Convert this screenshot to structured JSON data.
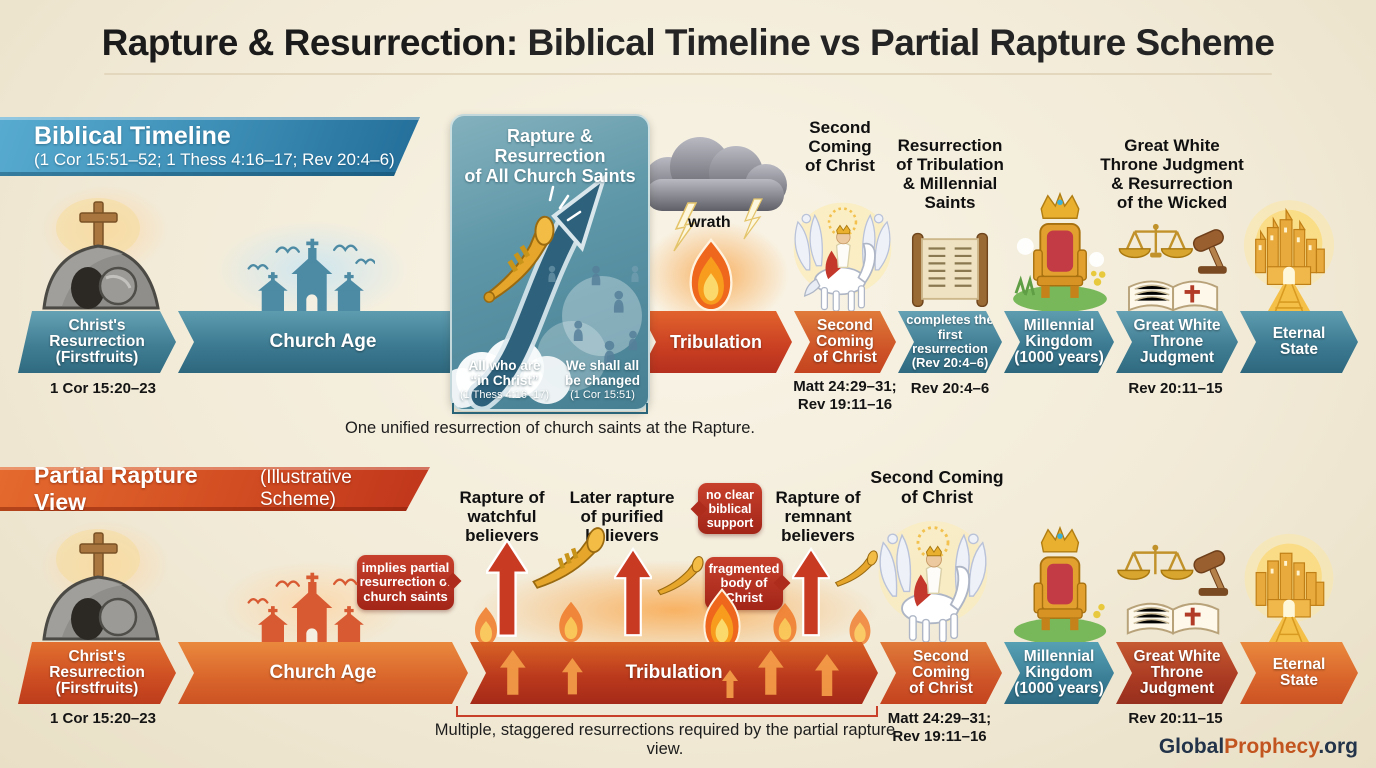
{
  "palette": {
    "teal": "#417e94",
    "teal_dark": "#2a6479",
    "band_red": "#c93f22",
    "band_orange": "#cf5528",
    "badge_red": "#b03022",
    "background": "#f2ebd8",
    "brand_dark": "#23344a",
    "brand_orange": "#c2551f"
  },
  "title": {
    "lead": "Rapture & Resurrection:",
    "rest": " Biblical Timeline vs Partial Rapture Scheme"
  },
  "biblical": {
    "banner": {
      "title": "Biblical Timeline",
      "refs": "(1 Cor 15:51–52; 1 Thess 4:16–17; Rev 20:4–6)"
    },
    "rapture_box": {
      "title": "Rapture & Resurrection\nof All Church Saints",
      "left_label": "All who are\n“in Christ”",
      "left_ref": "(1 Thess 4:16–17)",
      "right_label": "We shall all\nbe changed",
      "right_ref": "(1 Cor 15:51)"
    },
    "wrath_label": "wrath",
    "labels": {
      "second_coming": "Second\nComing\nof Christ",
      "trib_saints": "Resurrection\nof Tribulation\n& Millennial\nSaints",
      "gwt": "Great White\nThrone Judgment\n& Resurrection\nof the Wicked"
    },
    "segments": [
      {
        "label": "Christ's\nResurrection\n(Firstfruits)"
      },
      {
        "label": "Church Age"
      },
      {
        "label": "Tribulation"
      },
      {
        "label": "Second\nComing\nof Christ"
      },
      {
        "label": "completes the\nfirst resurrection",
        "ref": "(Rev 20:4–6)"
      },
      {
        "label": "Millennial\nKingdom\n(1000 years)"
      },
      {
        "label": "Great White\nThrone\nJudgment"
      },
      {
        "label": "Eternal\nState"
      }
    ],
    "refs": {
      "christ_res": "1 Cor 15:20–23",
      "second_coming": "Matt 24:29–31;\nRev 19:11–16",
      "first_res": "Rev 20:4–6",
      "gwt": "Rev 20:11–15"
    },
    "caption": "One unified resurrection of church saints at the Rapture."
  },
  "partial": {
    "banner": {
      "title": "Partial Rapture View",
      "subtitle": "(Illustrative Scheme)"
    },
    "labels": {
      "watchful": "Rapture of\nwatchful\nbelievers",
      "purified": "Later rapture\nof purified\nbelievers",
      "remnant": "Rapture of\nremnant\nbelievers",
      "second_coming": "Second Coming\nof Christ"
    },
    "badges": {
      "no_support": "no clear\nbiblical\nsupport",
      "partial_res": "implies partial\nresurrection of\nchurch saints",
      "fragmented": "fragmented\nbody of\nChrist"
    },
    "segments": [
      {
        "label": "Christ's\nResurrection\n(Firstfruits)"
      },
      {
        "label": "Church Age"
      },
      {
        "label": "Tribulation"
      },
      {
        "label": "Second\nComing\nof Christ"
      },
      {
        "label": "Millennial\nKingdom\n(1000 years)"
      },
      {
        "label": "Great White\nThrone\nJudgment"
      },
      {
        "label": "Eternal\nState"
      }
    ],
    "refs": {
      "christ_res": "1 Cor 15:20–23",
      "second_coming": "Matt 24:29–31;\nRev 19:11–16",
      "gwt": "Rev 20:11–15"
    },
    "caption": "Multiple, staggered resurrections required by the partial rapture view."
  },
  "footer": {
    "brand_global": "Global",
    "brand_prophecy": "Prophecy",
    "brand_tld": ".org"
  }
}
